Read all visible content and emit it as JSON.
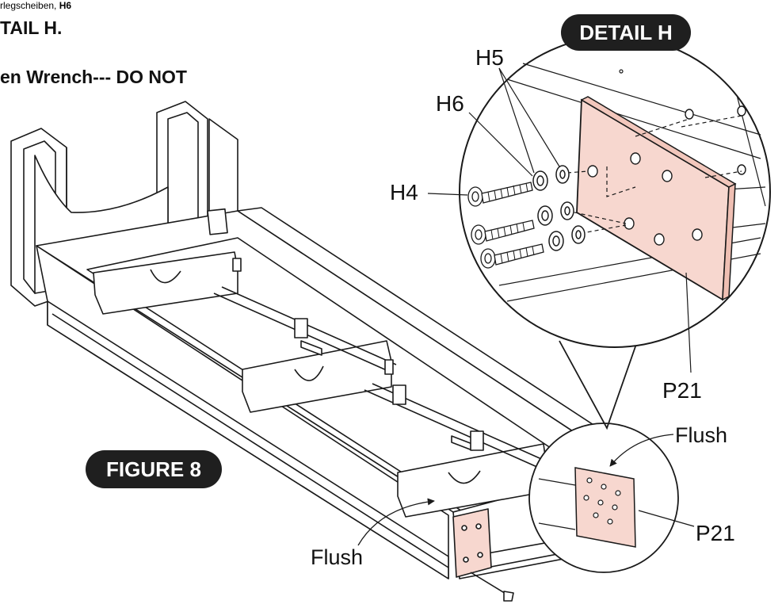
{
  "header": {
    "line1_prefix": "rlegscheiben, ",
    "line1_bold": "H6",
    "line2": "TAIL H.",
    "line3": "en Wrench--- DO NOT"
  },
  "badges": {
    "detail": "DETAIL H",
    "figure": "FIGURE 8"
  },
  "labels": {
    "h5": "H5",
    "h6": "H6",
    "h4": "H4",
    "p21_detail": "P21",
    "p21_small": "P21",
    "flush_right": "Flush",
    "flush_left": "Flush"
  },
  "colors": {
    "plate_fill": "#f7d7cf",
    "badge_fill": "#1f1f1f",
    "badge_text": "#ffffff",
    "line": "#1a1a1a"
  }
}
